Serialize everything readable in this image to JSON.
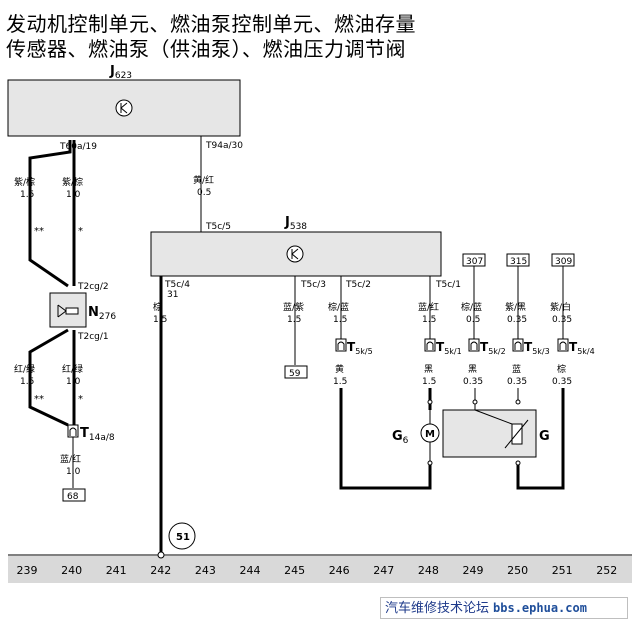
{
  "title": {
    "line1": "发动机控制单元、燃油泵控制单元、燃油存量",
    "line2": "传感器、燃油泵（供油泵）、燃油压力调节阀"
  },
  "modules": {
    "j623": {
      "name": "J",
      "sub": "623"
    },
    "j538": {
      "name": "J",
      "sub": "538"
    }
  },
  "connectors": {
    "t60a19": "T60a/19",
    "t94a30": "T94a/30",
    "t5c5": "T5c/5",
    "t2cg2": "T2cg/2",
    "t2cg1": "T2cg/1",
    "t5c4": "T5c/4",
    "t5c4_pin": "31",
    "t5c3": "T5c/3",
    "t5c2": "T5c/2",
    "t5c1": "T5c/1",
    "t14a8": {
      "name": "T",
      "sub": "14a/8"
    },
    "t5k5": {
      "name": "T",
      "sub": "5k/5"
    },
    "t5k1": {
      "name": "T",
      "sub": "5k/1"
    },
    "t5k2": {
      "name": "T",
      "sub": "5k/2"
    },
    "t5k3": {
      "name": "T",
      "sub": "5k/3"
    },
    "t5k4": {
      "name": "T",
      "sub": "5k/4"
    }
  },
  "components": {
    "n276": {
      "name": "N",
      "sub": "276"
    },
    "g6": {
      "name": "G",
      "sub": "6"
    },
    "g": "G"
  },
  "wires": {
    "w1": {
      "color": "紫/棕",
      "size": "1.5"
    },
    "w2": {
      "color": "紫/棕",
      "size": "1.0"
    },
    "w_t94": {
      "color": "黄/红",
      "size": "0.5"
    },
    "w3": {
      "color": "红/绿",
      "size": "1.5"
    },
    "w4": {
      "color": "红/绿",
      "size": "1.0"
    },
    "w5": {
      "color": "蓝/红",
      "size": "1.0"
    },
    "w242": {
      "color": "棕",
      "size": "1.5"
    },
    "w245": {
      "color": "蓝/紫",
      "size": "1.5"
    },
    "w246a": {
      "color": "棕/蓝",
      "size": "1.5"
    },
    "w246b": {
      "color": "黄",
      "size": "1.5"
    },
    "w248a": {
      "color": "蓝/红",
      "size": "1.5"
    },
    "w248b": {
      "color": "黑",
      "size": "1.5"
    },
    "w249a": {
      "color": "棕/蓝",
      "size": "0.5"
    },
    "w249b": {
      "color": "黑",
      "size": "0.35"
    },
    "w250a": {
      "color": "紫/黑",
      "size": "0.35"
    },
    "w250b": {
      "color": "蓝",
      "size": "0.35"
    },
    "w251a": {
      "color": "紫/白",
      "size": "0.35"
    },
    "w251b": {
      "color": "棕",
      "size": "0.35"
    }
  },
  "marks": {
    "star2": "**",
    "star1": "*"
  },
  "refs": {
    "r307": "307",
    "r315": "315",
    "r309": "309",
    "r59": "59",
    "r68": "68",
    "ground": "51"
  },
  "ruler": [
    "239",
    "240",
    "241",
    "242",
    "243",
    "244",
    "245",
    "246",
    "247",
    "248",
    "249",
    "250",
    "251",
    "252"
  ],
  "footer": {
    "site": "汽车维修技术论坛",
    "url": "bbs.ephua.com"
  }
}
